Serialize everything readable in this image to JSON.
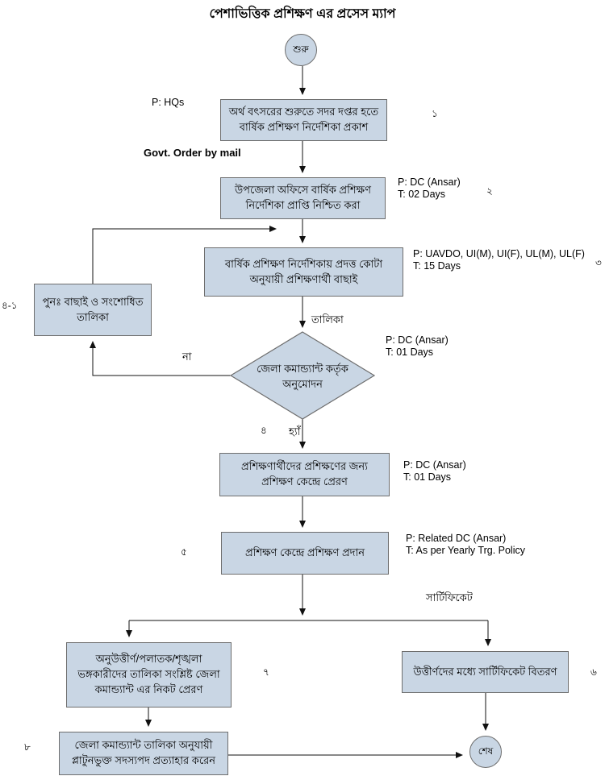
{
  "title": "পেশাভিত্তিক প্রশিক্ষণ এর প্রসেস ম্যাপ",
  "colors": {
    "node_fill": "#c9d6e4",
    "node_border": "#6e6e6e",
    "line": "#111111"
  },
  "nodes": {
    "start": {
      "label": "শুরু"
    },
    "publish_guideline": {
      "label": "অর্থ বৎসরের শুরুতে সদর দপ্তর হতে বার্ষিক প্রশিক্ষণ নির্দেশিকা প্রকাশ",
      "number": "১"
    },
    "confirm_receipt": {
      "label": "উপজেলা অফিসে বার্ষিক প্রশিক্ষণ নির্দেশিকা প্রাপ্তি নিশ্চিত করা",
      "number": "২"
    },
    "select_trainees": {
      "label": "বার্ষিক প্রশিক্ষণ নির্দেশিকায় প্রদত্ত কোটা অনুযায়ী প্রশিক্ষণার্থী বাছাই",
      "number": "৩"
    },
    "revised_list": {
      "label": "পুনঃ  বাছাই ও সংশোধিত তালিকা",
      "number": "৪-১"
    },
    "approval_decision": {
      "label": "জেলা কমান্ড্যান্ট কর্তৃক অনুমোদন",
      "number": "৪"
    },
    "send_to_center": {
      "label": "প্রশিক্ষণার্থীদের প্রশিক্ষণের জন্য প্রশিক্ষণ কেন্দ্রে প্রেরণ"
    },
    "provide_training": {
      "label": "প্রশিক্ষণ কেন্দ্রে প্রশিক্ষণ প্রদান",
      "number": "৫"
    },
    "failed_list": {
      "label": "অনুউত্তীর্ণ/পলাতক/শৃঙ্খলা ভঙ্গকারীদের তালিকা সংশ্লিষ্ট  জেলা কমান্ড্যান্ট এর নিকট প্রেরণ",
      "number": "৭"
    },
    "distribute_certificates": {
      "label": "উত্তীর্ণদের মধ্যে সার্টিফিকেট বিতরণ",
      "number": "৬"
    },
    "withdraw_membership": {
      "label": "জেলা কমান্ড্যান্ট তালিকা অনুযায়ী প্লাটুনভুক্ত সদস্যপদ প্রত্যাহার করেন",
      "number": "৮"
    },
    "end": {
      "label": "শেষ"
    }
  },
  "annotations": {
    "hq": "P: HQs",
    "govt_order": "Govt. Order by mail",
    "step2": {
      "p": "P: DC (Ansar)",
      "t": "T: 02 Days"
    },
    "step3": {
      "p": "P: UAVDO, UI(M), UI(F), UL(M), UL(F)",
      "t": "T: 15 Days"
    },
    "decision": {
      "p": "P: DC (Ansar)",
      "t": "T: 01 Days"
    },
    "step4": {
      "p": "P: DC (Ansar)",
      "t": "T: 01 Days"
    },
    "step5": {
      "p": "P: Related DC (Ansar)",
      "t": "T: As per Yearly Trg. Policy"
    }
  },
  "edge_labels": {
    "list": "তালিকা",
    "no": "না",
    "yes": "হ্যাঁ",
    "certificate": "সার্টিফিকেট"
  }
}
